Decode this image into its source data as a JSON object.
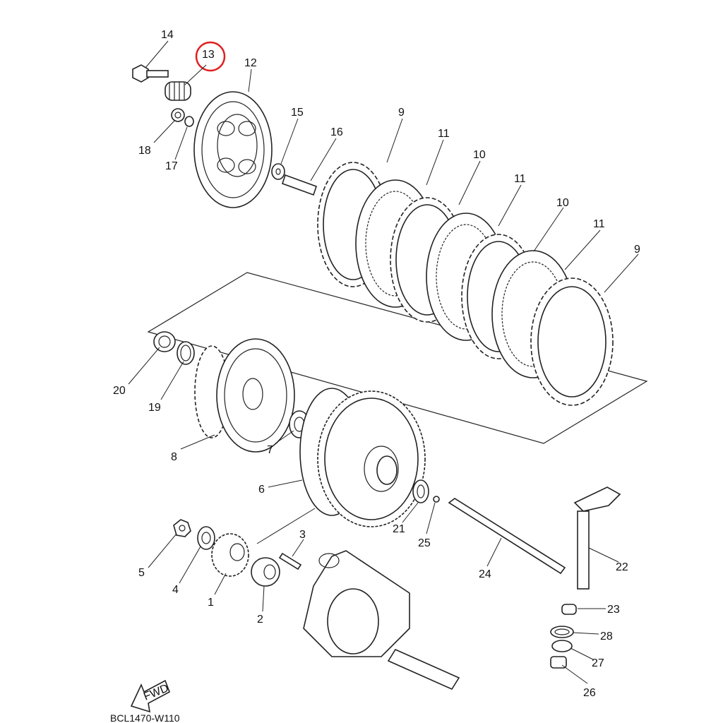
{
  "diagram": {
    "code": "BCL1470-W110",
    "fwd_label": "FWD",
    "highlight": {
      "part": "13",
      "color": "#e02020"
    },
    "parts": [
      {
        "id": "p1",
        "label": "1"
      },
      {
        "id": "p2",
        "label": "2"
      },
      {
        "id": "p3",
        "label": "3"
      },
      {
        "id": "p4",
        "label": "4"
      },
      {
        "id": "p5",
        "label": "5"
      },
      {
        "id": "p6",
        "label": "6"
      },
      {
        "id": "p7",
        "label": "7"
      },
      {
        "id": "p8",
        "label": "8"
      },
      {
        "id": "p9a",
        "label": "9"
      },
      {
        "id": "p9b",
        "label": "9"
      },
      {
        "id": "p10a",
        "label": "10"
      },
      {
        "id": "p10b",
        "label": "10"
      },
      {
        "id": "p11a",
        "label": "11"
      },
      {
        "id": "p11b",
        "label": "11"
      },
      {
        "id": "p11c",
        "label": "11"
      },
      {
        "id": "p12",
        "label": "12"
      },
      {
        "id": "p13",
        "label": "13"
      },
      {
        "id": "p14",
        "label": "14"
      },
      {
        "id": "p15",
        "label": "15"
      },
      {
        "id": "p16",
        "label": "16"
      },
      {
        "id": "p17",
        "label": "17"
      },
      {
        "id": "p18",
        "label": "18"
      },
      {
        "id": "p19",
        "label": "19"
      },
      {
        "id": "p20",
        "label": "20"
      },
      {
        "id": "p21",
        "label": "21"
      },
      {
        "id": "p22",
        "label": "22"
      },
      {
        "id": "p23",
        "label": "23"
      },
      {
        "id": "p24",
        "label": "24"
      },
      {
        "id": "p25",
        "label": "25"
      },
      {
        "id": "p26",
        "label": "26"
      },
      {
        "id": "p27",
        "label": "27"
      },
      {
        "id": "p28",
        "label": "28"
      }
    ]
  }
}
